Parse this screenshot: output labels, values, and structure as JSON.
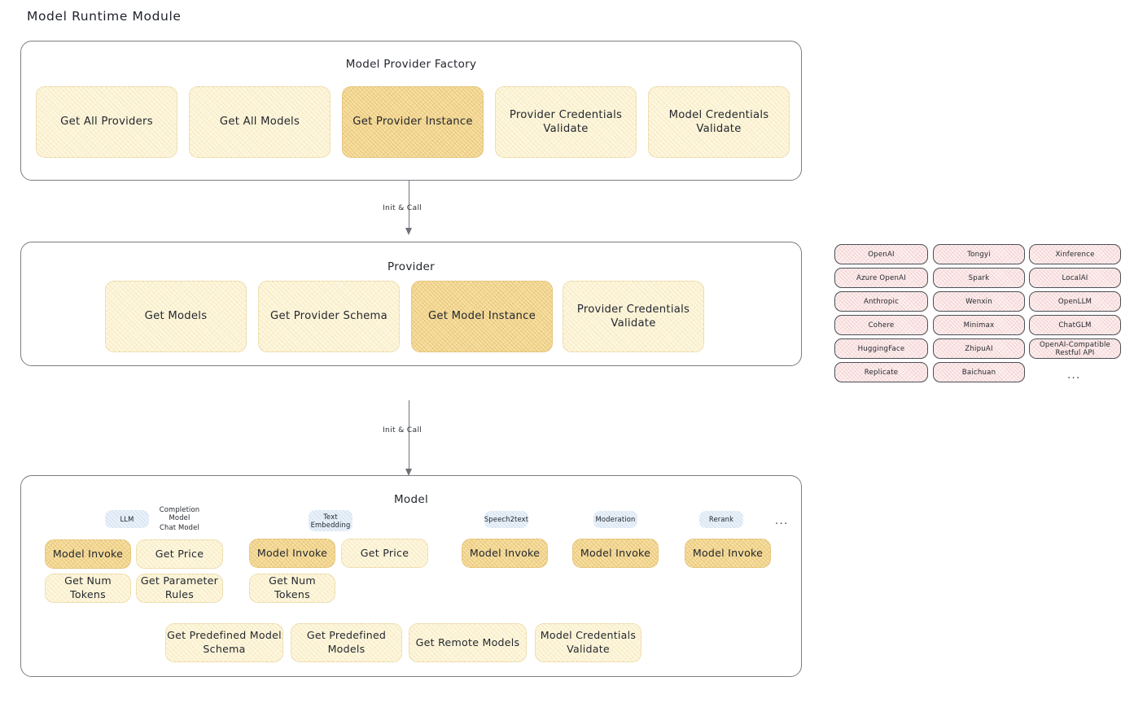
{
  "page": {
    "title": "Model Runtime Module"
  },
  "factory": {
    "title": "Model Provider Factory",
    "actions": [
      {
        "label": "Get All Providers",
        "highlight": false
      },
      {
        "label": "Get All Models",
        "highlight": false
      },
      {
        "label": "Get Provider Instance",
        "highlight": true
      },
      {
        "label": "Provider Credentials Validate",
        "highlight": false
      },
      {
        "label": "Model Credentials Validate",
        "highlight": false
      }
    ]
  },
  "connectors": [
    {
      "label": "Init & Call"
    },
    {
      "label": "Init & Call"
    }
  ],
  "provider": {
    "title": "Provider",
    "actions": [
      {
        "label": "Get Models",
        "highlight": false
      },
      {
        "label": "Get Provider Schema",
        "highlight": false
      },
      {
        "label": "Get Model Instance",
        "highlight": true
      },
      {
        "label": "Provider Credentials Validate",
        "highlight": false
      }
    ]
  },
  "provider_list": {
    "columns": [
      {
        "items": [
          "OpenAI",
          "Azure OpenAI",
          "Anthropic",
          "Cohere",
          "HuggingFace",
          "Replicate"
        ]
      },
      {
        "items": [
          "Tongyi",
          "Spark",
          "Wenxin",
          "Minimax",
          "ZhipuAI",
          "Baichuan"
        ]
      },
      {
        "items": [
          "Xinference",
          "LocalAI",
          "OpenLLM",
          "ChatGLM",
          "OpenAI-Compatible Restful API"
        ]
      }
    ],
    "more": "..."
  },
  "model": {
    "title": "Model",
    "more": "...",
    "types": [
      {
        "name": "LLM",
        "sub_badges": [
          "Completion Model",
          "Chat Model"
        ],
        "actions": [
          {
            "label": "Model Invoke",
            "highlight": true
          },
          {
            "label": "Get Price",
            "highlight": false
          },
          {
            "label": "Get Num Tokens",
            "highlight": false
          },
          {
            "label": "Get Parameter Rules",
            "highlight": false
          }
        ]
      },
      {
        "name": "Text Embedding",
        "sub_badges": [],
        "actions": [
          {
            "label": "Model Invoke",
            "highlight": true
          },
          {
            "label": "Get Price",
            "highlight": false
          },
          {
            "label": "Get Num Tokens",
            "highlight": false
          }
        ]
      },
      {
        "name": "Speech2text",
        "sub_badges": [],
        "actions": [
          {
            "label": "Model Invoke",
            "highlight": true
          }
        ]
      },
      {
        "name": "Moderation",
        "sub_badges": [],
        "actions": [
          {
            "label": "Model Invoke",
            "highlight": true
          }
        ]
      },
      {
        "name": "Rerank",
        "sub_badges": [],
        "actions": [
          {
            "label": "Model Invoke",
            "highlight": true
          }
        ]
      }
    ],
    "common_actions": [
      {
        "label": "Get Predefined Model Schema"
      },
      {
        "label": "Get Predefined Models"
      },
      {
        "label": "Get Remote Models"
      },
      {
        "label": "Model Credentials Validate"
      }
    ]
  },
  "colors": {
    "action_fill": "#fdf7e0",
    "action_highlight_fill": "#f7dfa4",
    "provider_pill_fill": "#fdf0f0",
    "badge_fill": "#e9f1f9",
    "border": "#7a7d82",
    "text": "#1f2328"
  }
}
